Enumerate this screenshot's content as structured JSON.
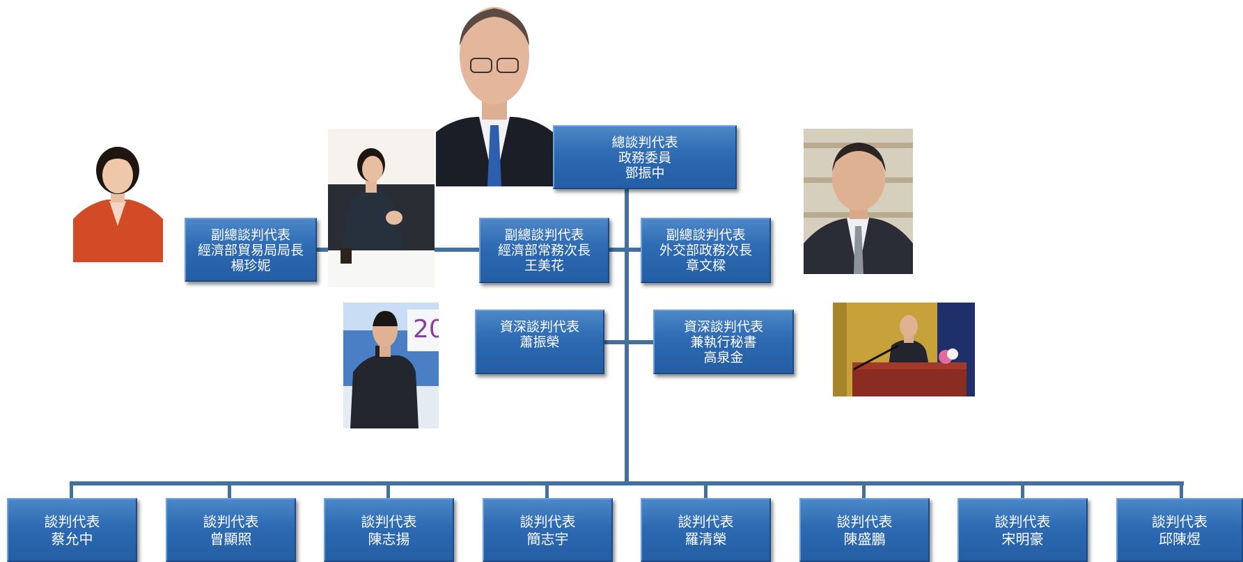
{
  "chief": {
    "line1": "總談判代表",
    "line2": "政務委員",
    "line3": "鄧振中"
  },
  "deputies": [
    {
      "line1": "副總談判代表",
      "line2": "經濟部貿易局局長",
      "line3": "楊珍妮"
    },
    {
      "line1": "副總談判代表",
      "line2": "經濟部常務次長",
      "line3": "王美花"
    },
    {
      "line1": "副總談判代表",
      "line2": "外交部政務次長",
      "line3": "章文樑"
    }
  ],
  "seniors": [
    {
      "line1": "資深談判代表",
      "line2": "蕭振榮",
      "line3": ""
    },
    {
      "line1": "資深談判代表",
      "line2": "兼執行秘書",
      "line3": "高泉金"
    }
  ],
  "negotiators": [
    {
      "line1": "談判代表",
      "line2": "蔡允中"
    },
    {
      "line1": "談判代表",
      "line2": "曾顯照"
    },
    {
      "line1": "談判代表",
      "line2": "陳志揚"
    },
    {
      "line1": "談判代表",
      "line2": "簡志宇"
    },
    {
      "line1": "談判代表",
      "line2": "羅清榮"
    },
    {
      "line1": "談判代表",
      "line2": "陳盛鵬"
    },
    {
      "line1": "談判代表",
      "line2": "宋明豪"
    },
    {
      "line1": "談判代表",
      "line2": "邱陳煜"
    }
  ],
  "colors": {
    "box": "#2d6ab2",
    "connector": "#44709d"
  }
}
